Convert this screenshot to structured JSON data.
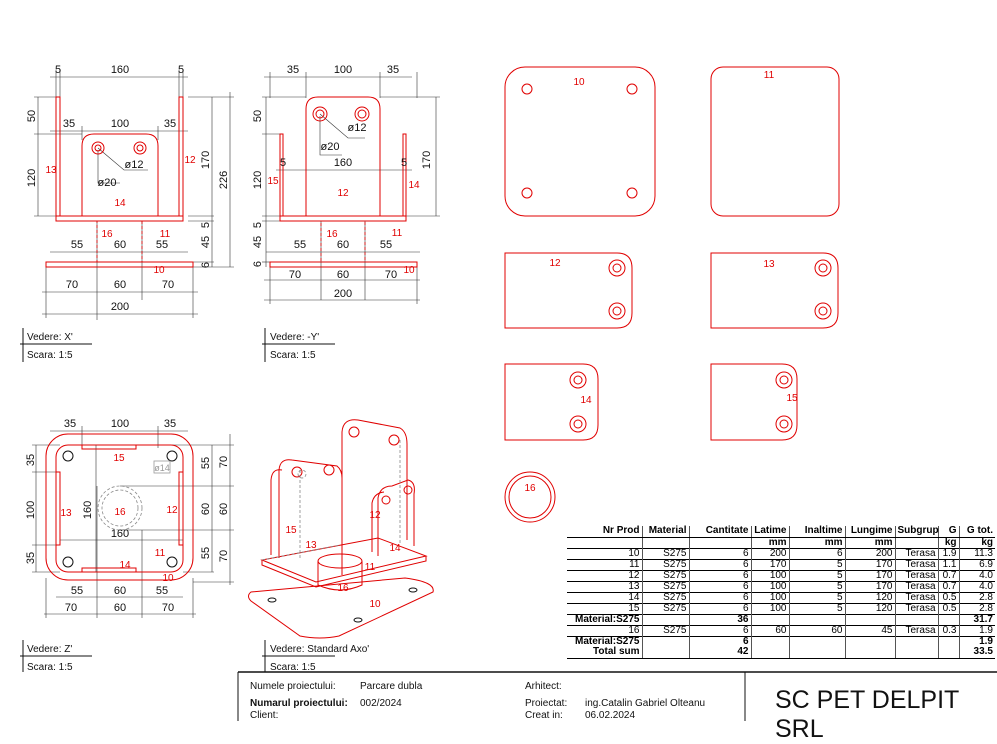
{
  "views": {
    "x": {
      "vedere": "Vedere:  X'",
      "scara": "Scara:   1:5",
      "dims": [
        "5",
        "160",
        "5",
        "35",
        "100",
        "35",
        "50",
        "120",
        "170",
        "226",
        "5",
        "45",
        "6",
        "55",
        "60",
        "55",
        "70",
        "60",
        "70",
        "200"
      ],
      "notes": [
        "ø12",
        "ø20"
      ],
      "parts": [
        "13",
        "12",
        "14",
        "16",
        "11",
        "10"
      ]
    },
    "y": {
      "vedere": "Vedere:  -Y'",
      "scara": "Scara:   1:5",
      "dims": [
        "35",
        "100",
        "35",
        "50",
        "120",
        "170",
        "160",
        "5",
        "5",
        "5",
        "45",
        "6",
        "55",
        "60",
        "55",
        "70",
        "60",
        "70",
        "200"
      ],
      "notes": [
        "ø12",
        "ø20"
      ],
      "parts": [
        "15",
        "12",
        "14",
        "16",
        "11",
        "10"
      ]
    },
    "z": {
      "vedere": "Vedere:  Z'",
      "scara": "Scara:   1:5",
      "dims": [
        "35",
        "100",
        "35",
        "35",
        "100",
        "35",
        "160",
        "160",
        "55",
        "70",
        "60",
        "60",
        "55",
        "70",
        "55",
        "60",
        "55",
        "70",
        "60",
        "70"
      ],
      "notes": [
        "ø14"
      ],
      "parts": [
        "15",
        "14",
        "13",
        "12",
        "16",
        "11",
        "10"
      ]
    },
    "axo": {
      "vedere": "Vedere:  Standard Axo'",
      "scara": "Scara:   1:5",
      "parts": [
        "15",
        "13",
        "12",
        "14",
        "11",
        "16",
        "10"
      ]
    }
  },
  "flat_parts": [
    "10",
    "11",
    "12",
    "13",
    "14",
    "15",
    "16"
  ],
  "bom": {
    "headers": [
      "Nr Prod",
      "Material",
      "Cantitate",
      "Latime",
      "Inaltime",
      "Lungime",
      "Subgrup",
      "G",
      "G tot."
    ],
    "units": [
      "",
      "",
      "",
      "mm",
      "mm",
      "mm",
      "",
      "kg",
      "kg"
    ],
    "rows": [
      [
        "10",
        "S275",
        "6",
        "200",
        "6",
        "200",
        "Terasa",
        "1.9",
        "11.3"
      ],
      [
        "11",
        "S275",
        "6",
        "170",
        "5",
        "170",
        "Terasa",
        "1.1",
        "6.9"
      ],
      [
        "12",
        "S275",
        "6",
        "100",
        "5",
        "170",
        "Terasa",
        "0.7",
        "4.0"
      ],
      [
        "13",
        "S275",
        "6",
        "100",
        "5",
        "170",
        "Terasa",
        "0.7",
        "4.0"
      ],
      [
        "14",
        "S275",
        "6",
        "100",
        "5",
        "120",
        "Terasa",
        "0.5",
        "2.8"
      ],
      [
        "15",
        "S275",
        "6",
        "100",
        "5",
        "120",
        "Terasa",
        "0.5",
        "2.8"
      ]
    ],
    "subtotal1": {
      "label": "Material:S275",
      "qty": "36",
      "gtot": "31.7"
    },
    "row16": [
      "16",
      "S275",
      "6",
      "60",
      "60",
      "45",
      "Terasa",
      "0.3",
      "1.9"
    ],
    "subtotal2": {
      "label": "Material:S275",
      "qty": "6",
      "gtot": "1.9"
    },
    "total": {
      "label": "Total sum",
      "qty": "42",
      "gtot": "33.5"
    }
  },
  "title_block": {
    "project_name_label": "Numele proiectului:",
    "project_name": "Parcare dubla",
    "project_number_label": "Numarul proiectului:",
    "project_number": "002/2024",
    "client_label": "Client:",
    "architect_label": "Arhitect:",
    "designed_label": "Proiectat:",
    "designer": "ing.Catalin Gabriel Olteanu",
    "created_label": "Creat in:",
    "created": "06.02.2024",
    "company": "SC PET DELPIT SRL"
  }
}
